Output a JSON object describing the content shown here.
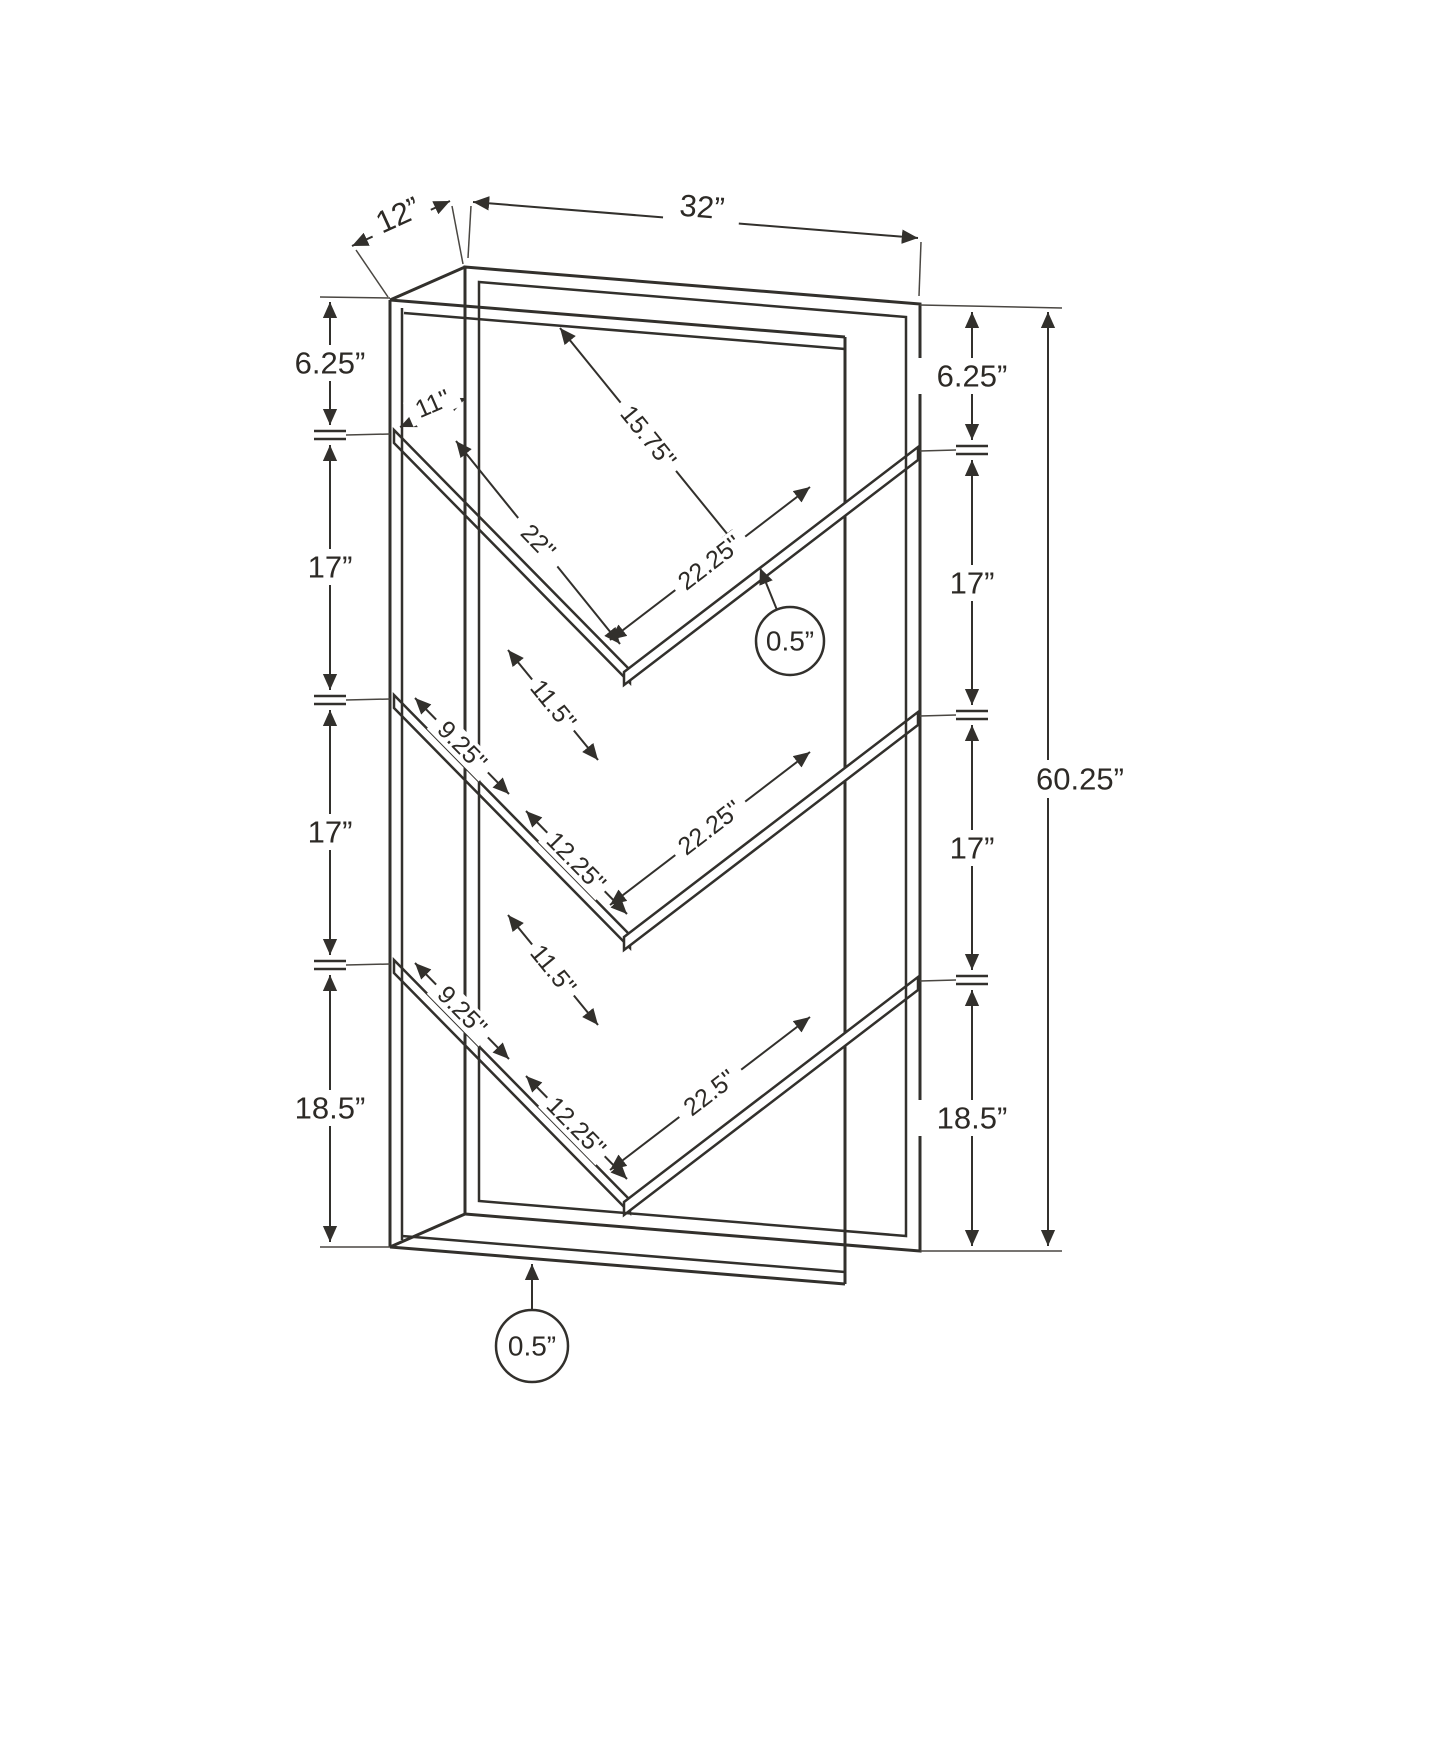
{
  "colors": {
    "line": "#32302c",
    "background": "#ffffff"
  },
  "labels": {
    "depth": "12”",
    "width": "32”",
    "left_s1": "6.25”",
    "left_s2": "17”",
    "left_s3": "17”",
    "left_s4": "18.5”",
    "right_s1": "6.25”",
    "right_s2": "17”",
    "right_s3": "17”",
    "right_s4": "18.5”",
    "overall_height": "60.25”",
    "shelf_depth": "11''",
    "top_opening": "15.75''",
    "v1_left": "22''",
    "v1_right": "22.25''",
    "thickness_top": "0.5”",
    "v2_left_a": "9.25''",
    "v2_gap": "11.5''",
    "v2_left_b": "12.25''",
    "v2_right": "22.25''",
    "v3_left_a": "9.25''",
    "v3_gap": "11.5''",
    "v3_left_b": "12.25''",
    "v3_right": "22.5''",
    "thickness_bottom": "0.5”"
  }
}
